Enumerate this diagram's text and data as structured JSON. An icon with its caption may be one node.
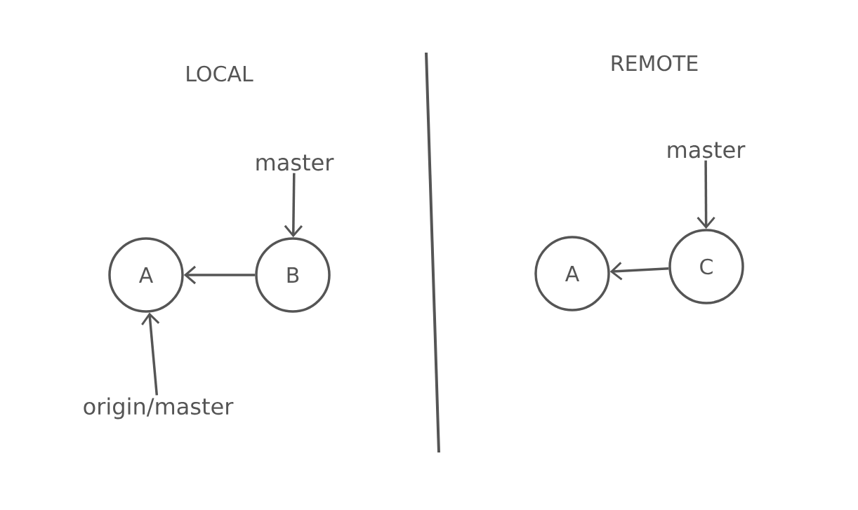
{
  "diagram": {
    "nodes": [
      {
        "text": [
          "A"
        ]
      },
      {
        "text": [
          "B"
        ]
      },
      {
        "text": [
          "master"
        ]
      },
      {
        "text": [
          "origin/master"
        ]
      },
      {
        "text": [
          "A"
        ]
      },
      {
        "text": [
          "C"
        ]
      },
      {
        "text": [
          "master"
        ]
      }
    ],
    "edges": [
      {
        "from": 1,
        "to": 0,
        "arrow": "to"
      },
      {
        "from": 2,
        "to": 1,
        "arrow": "to"
      },
      {
        "from": 3,
        "to": 0,
        "arrow": "to"
      },
      {
        "from": 5,
        "to": 4,
        "arrow": "to"
      },
      {
        "from": 6,
        "to": 5,
        "arrow": "to"
      }
    ],
    "labels": [
      "LOCAL",
      "REMOTE"
    ]
  }
}
